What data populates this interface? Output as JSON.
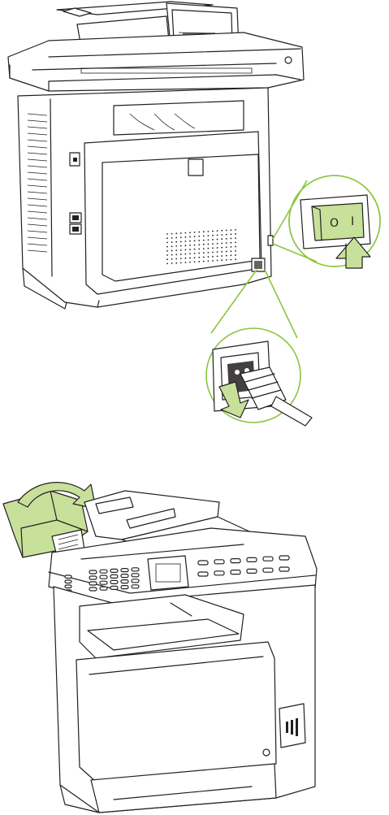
{
  "colors": {
    "line": "#231f20",
    "accent_green": "#8cc63f",
    "panel_green": "#c8e19a",
    "background": "#ffffff"
  },
  "illustrations": [
    {
      "name": "printer-rear-view",
      "callouts": [
        "power-switch",
        "power-cord"
      ]
    },
    {
      "name": "printer-front-view",
      "callouts": [
        "scanner-lid-arrow"
      ]
    }
  ],
  "switch_labels": {
    "off": "O",
    "on": "I"
  }
}
